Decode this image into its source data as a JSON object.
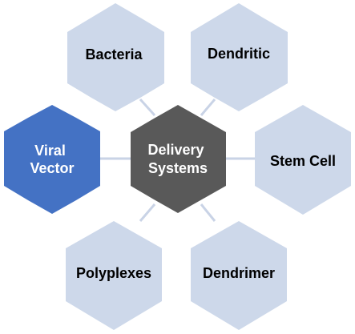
{
  "diagram": {
    "colors": {
      "outer_fill": "#CDD8EA",
      "center_fill": "#595959",
      "highlight_fill": "#4472C4",
      "connector": "#C9D3E6",
      "dark_text": "#000000",
      "light_text": "#FFFFFF"
    },
    "center": {
      "line1": "Delivery",
      "line2": "Systems"
    },
    "nodes": {
      "bacteria": {
        "label": "Bacteria"
      },
      "dendritic": {
        "label": "Dendritic"
      },
      "viral_vector": {
        "line1": "Viral",
        "line2": "Vector"
      },
      "stem_cell": {
        "label": "Stem Cell"
      },
      "polyplexes": {
        "label": "Polyplexes"
      },
      "dendrimer": {
        "label": "Dendrimer"
      }
    }
  }
}
